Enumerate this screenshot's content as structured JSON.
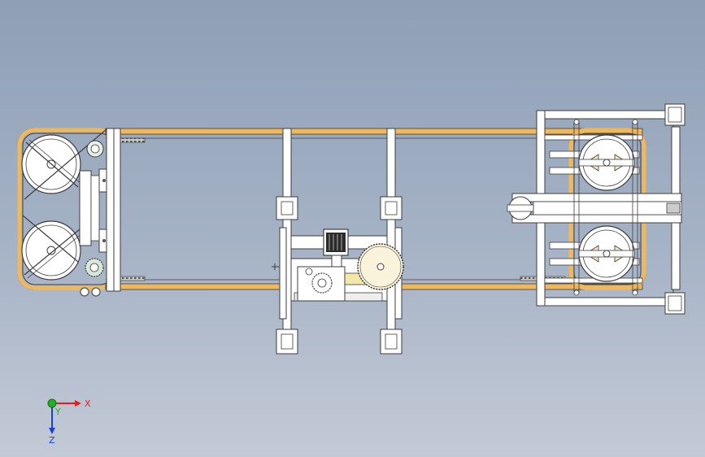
{
  "view": {
    "triad": {
      "x_label": "X",
      "y_label": "Y",
      "z_label": "Z"
    },
    "colors": {
      "background_top": "#8e9fb6",
      "background_bottom": "#c3cad6",
      "belt": "#f0b85c",
      "frame": "#ffffff",
      "frame_edge": "#3d3d3d",
      "x_axis": "#e02020",
      "y_axis": "#20b020",
      "z_axis": "#2040d0"
    }
  }
}
